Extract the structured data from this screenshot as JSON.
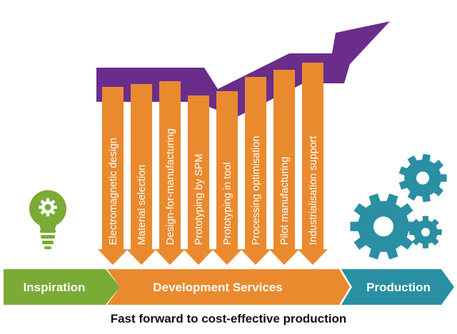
{
  "colors": {
    "inspiration": "#7aab35",
    "development": "#ea8a2e",
    "production": "#2a8fa3",
    "trend": "#6a2d8c",
    "text_on_color": "#ffffff"
  },
  "icons": {
    "bulb": "lightbulb-gear-icon",
    "gears": "gears-icon",
    "trend": "trend-arrow-icon"
  },
  "services": [
    "Electromagnetic design",
    "Material selection",
    "Design-for-manufacturing",
    "Prototyping by SPM",
    "Prototyping in tool",
    "Processing optimisation",
    "Pilot manufacturing",
    "Industrialisation support"
  ],
  "stages": {
    "inspiration": "Inspiration",
    "development": "Development Services",
    "production": "Production"
  },
  "caption": "Fast forward to cost-effective production"
}
